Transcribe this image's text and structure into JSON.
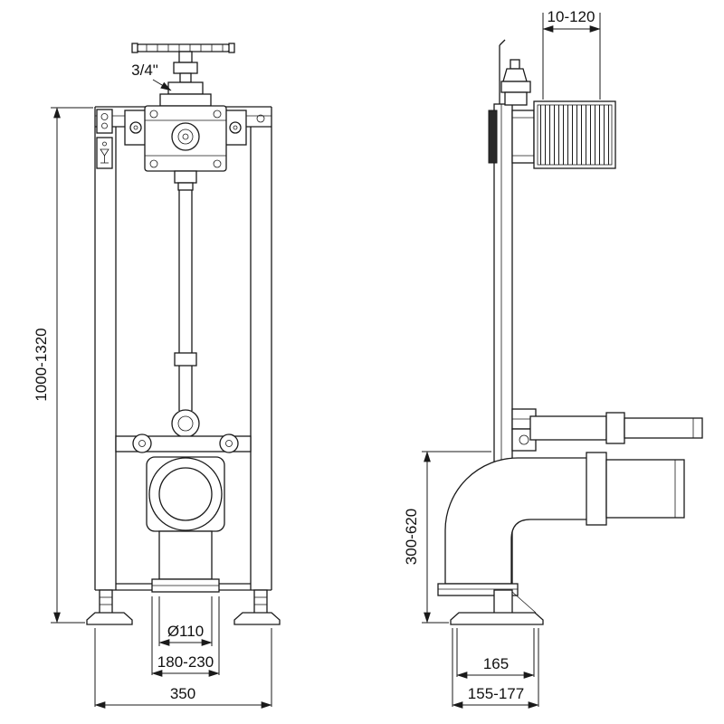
{
  "drawing": {
    "background": "#ffffff",
    "line_color": "#1a1a1a",
    "views": {
      "front": "front-elevation",
      "side": "side-elevation"
    },
    "labels": {
      "valve_thread": "3/4\"",
      "top_adjust": "10-120",
      "frame_height": "1000-1320",
      "outlet_height": "300-620",
      "outlet_diameter": "Ø110",
      "outlet_spacing": "180-230",
      "frame_width": "350",
      "depth_front": "165",
      "depth_total": "155-177"
    }
  }
}
